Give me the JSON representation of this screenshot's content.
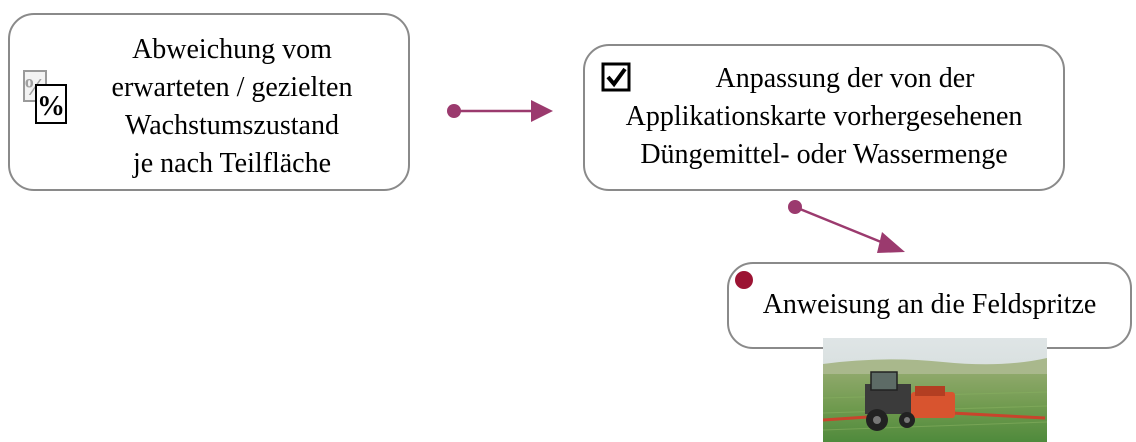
{
  "steps": {
    "deviation": {
      "lines": [
        "Abweichung vom",
        "erwarteten / gezielten",
        "Wachstumszustand",
        "je nach Teilfläche"
      ],
      "icon": "percent-icon",
      "icon_glyph": "%"
    },
    "adjustment": {
      "lines": [
        "Anpassung der von der",
        "Applikationskarte vorhergesehenen",
        "Düngemittel- oder Wassermenge"
      ],
      "icon": "checkbox-checked-icon"
    },
    "instruction": {
      "text": "Anweisung an die Feldspritze"
    }
  },
  "colors": {
    "arrow": "#9b3a6e",
    "bullet": "#9c1333",
    "box_border": "#8a8a8a"
  },
  "photo": {
    "subject": "tractor-field-sprayer"
  }
}
